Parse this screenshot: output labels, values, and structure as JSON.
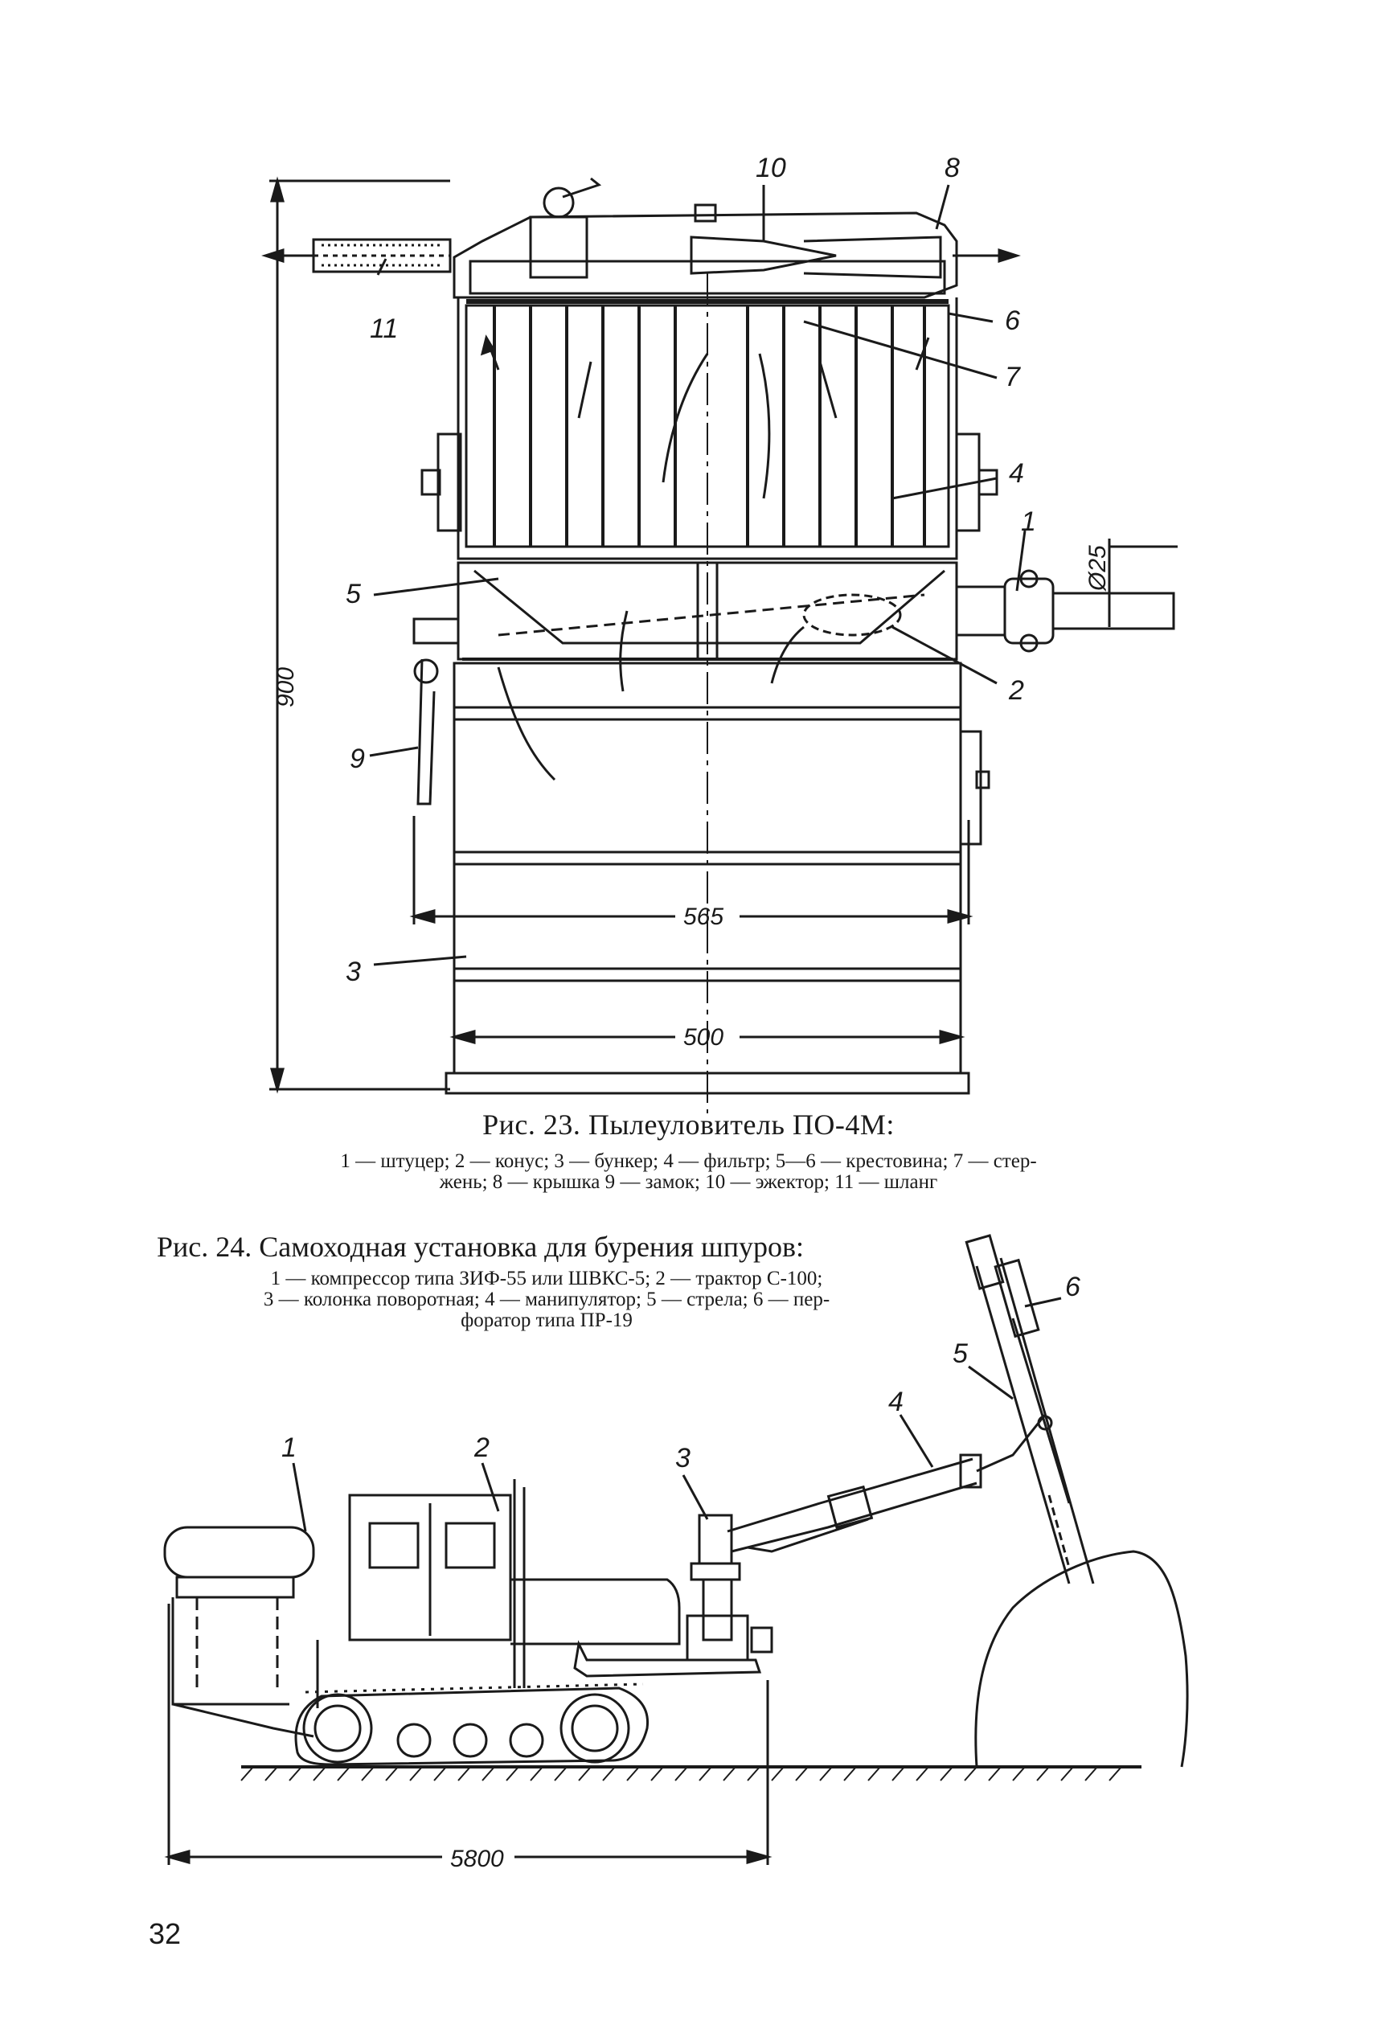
{
  "page_number": "32",
  "figure23": {
    "caption_title": "Рис. 23. Пылеуловитель ПО-4М:",
    "caption_line1": "1 — штуцер; 2 — конус; 3 — бункер; 4 — фильтр; 5—6 — крестовина; 7 — стер-",
    "caption_line2": "жень; 8 — крышка 9 — замок; 10 — эжектор; 11 — шланг",
    "dimensions": {
      "height": "900",
      "width_outer": "565",
      "width_inner": "500",
      "diameter": "Ø25"
    },
    "labels": [
      "1",
      "2",
      "3",
      "4",
      "5",
      "6",
      "7",
      "8",
      "9",
      "10",
      "11"
    ]
  },
  "figure24": {
    "caption_title": "Рис. 24. Самоходная установка для бурения шпуров:",
    "caption_line1": "1 — компрессор типа ЗИФ-55 или ШВКС-5; 2 — трактор С-100;",
    "caption_line2": "3 — колонка поворотная; 4 — манипулятор; 5 — стрела; 6 — пер-",
    "caption_line3": "форатор типа ПР-19",
    "dimensions": {
      "length": "5800"
    },
    "labels": [
      "1",
      "2",
      "3",
      "4",
      "5",
      "6"
    ]
  }
}
